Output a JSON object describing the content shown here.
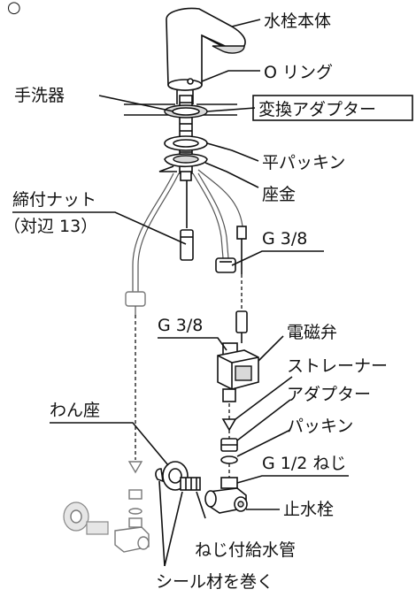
{
  "page_marker": "○",
  "labels": {
    "faucet_body": "水栓本体",
    "o_ring": "O リング",
    "adapter_conversion": "変換アダプター",
    "flat_packing": "平パッキン",
    "washer_base": "座金",
    "basin": "手洗器",
    "tightening_nut": "締付ナット",
    "tightening_nut_size": "（対辺 13）",
    "g38_upper": "G 3/8",
    "g38_lower": "G 3/8",
    "solenoid_valve": "電磁弁",
    "strainer": "ストレーナー",
    "adapter": "アダプター",
    "packing": "パッキン",
    "g12_thread": "G 1/2 ねじ",
    "flange": "わん座",
    "stop_valve": "止水栓",
    "threaded_supply_pipe": "ねじ付給水管",
    "wrap_seal": "シール材を巻く"
  },
  "icons": {
    "faucet": "faucet-icon",
    "solenoid": "solenoid-valve-icon",
    "stop_valve": "stop-valve-icon"
  }
}
